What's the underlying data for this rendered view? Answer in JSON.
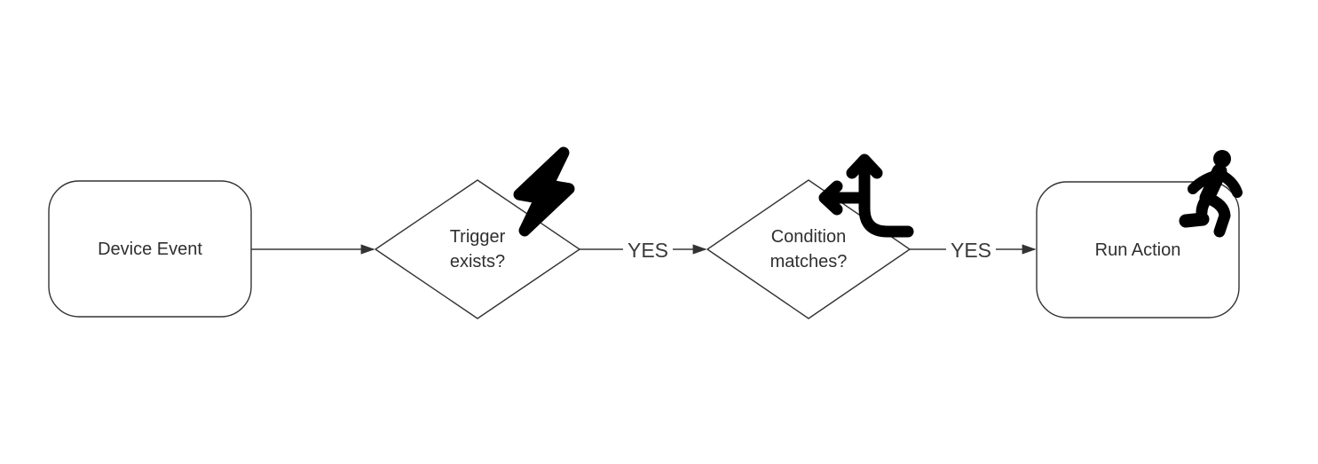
{
  "diagram": {
    "type": "flowchart",
    "direction": "left-to-right",
    "nodes": [
      {
        "id": "device-event",
        "shape": "rounded-rect",
        "label": "Device Event",
        "icon": null
      },
      {
        "id": "trigger-exists",
        "shape": "decision-diamond",
        "label": "Trigger\nexists?",
        "icon": "bolt-icon"
      },
      {
        "id": "condition-matches",
        "shape": "decision-diamond",
        "label": "Condition\nmatches?",
        "icon": "arrows-split-up-left-icon"
      },
      {
        "id": "run-action",
        "shape": "rounded-rect",
        "label": "Run Action",
        "icon": "person-running-icon"
      }
    ],
    "edges": [
      {
        "from": "device-event",
        "to": "trigger-exists",
        "label": ""
      },
      {
        "from": "trigger-exists",
        "to": "condition-matches",
        "label": "YES"
      },
      {
        "from": "condition-matches",
        "to": "run-action",
        "label": "YES"
      }
    ],
    "colors": {
      "background": "#ffffff",
      "node_fill": "#ffffff",
      "node_stroke": "#333333",
      "edge_stroke": "#383838",
      "arrowhead": "#333333",
      "text": "#2f2f2f",
      "icon": "#000000"
    }
  }
}
